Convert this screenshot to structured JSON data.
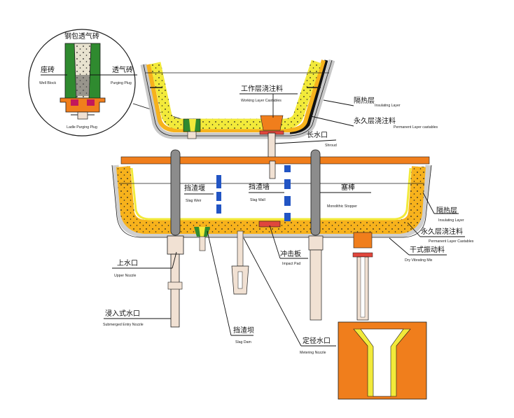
{
  "colors": {
    "steel_shell": "#d9d9d9",
    "working_layer": "#f2ea3a",
    "permanent_layer": "#f7b21c",
    "orange_part": "#f07e1c",
    "stopper_gray": "#8c8c8c",
    "slag_wall_blue": "#2255c4",
    "nozzle_beige": "#f1e1d3",
    "purging_green": "#2f8a2f",
    "impact_pad_red": "#e0463c",
    "outline": "#1a1a1a"
  },
  "inset": {
    "title": "钢包透气砖",
    "well_block_zh": "座砖",
    "well_block_en": "Well Block",
    "purging_plug_zh": "透气砖",
    "purging_plug_en": "Purging Plug",
    "ladle_purging_plug_en": "Ladle Purging Plug"
  },
  "ladle": {
    "working_layer_zh": "工作层浇注料",
    "working_layer_en": "Working Layer Castables",
    "insulating_zh": "隔热层",
    "insulating_en": "Insulating Layer",
    "permanent_zh": "永久层浇注料",
    "permanent_en": "Permanent Layer castables",
    "shroud_zh": "长水口",
    "shroud_en": "Shroud"
  },
  "tundish": {
    "slag_weir_zh": "挡渣堰",
    "slag_weir_en": "Slag Weir",
    "slag_wall_zh": "挡渣墙",
    "slag_wall_en": "Slag Wall",
    "stopper_zh": "塞棒",
    "stopper_en": "Monolithic Stopper",
    "insulating_zh": "隔热层",
    "insulating_en": "Insulating Layer",
    "permanent_zh": "永久层浇注料",
    "permanent_en": "Permanent Layer Castables",
    "dry_mix_zh": "干式振动料",
    "dry_mix_en": "Dry Vibrating Mix",
    "impact_pad_zh": "冲击板",
    "impact_pad_en": "Impact Pad",
    "upper_nozzle_zh": "上水口",
    "upper_nozzle_en": "Upper Nozzle",
    "sen_zh": "浸入式水口",
    "sen_en": "Submerged Entry Nozzle",
    "slag_dam_zh": "挡渣坝",
    "slag_dam_en": "Slag Dam",
    "metering_zh": "定径水口",
    "metering_en": "Metering Nozzle"
  }
}
